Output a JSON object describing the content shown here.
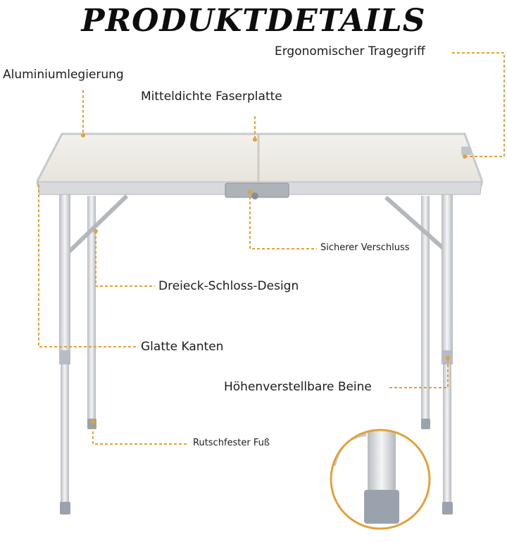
{
  "title": "PRODUKTDETAILS",
  "labels": {
    "handle": "Ergonomischer Tragegriff",
    "alloy": "Aluminiumlegierung",
    "mdf": "Mitteldichte Faserplatte",
    "lock": "Sicherer Verschluss",
    "triangle": "Dreieck-Schloss-Design",
    "edges": "Glatte Kanten",
    "legs": "Höhenverstellbare Beine",
    "foot": "Rutschfester Fuß"
  },
  "colors": {
    "accent": "#e0a23a",
    "frame": "#c9ccd0",
    "top": "#eeeae2",
    "foot": "#9aa3ad"
  }
}
